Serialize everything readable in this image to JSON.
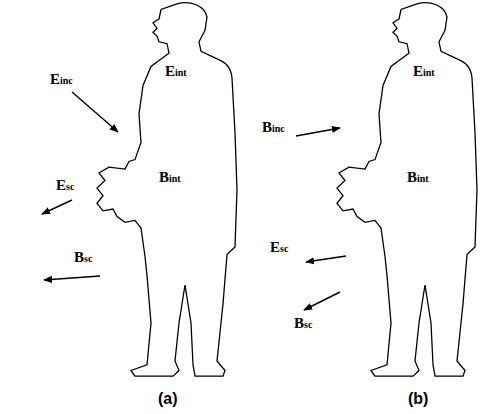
{
  "diagram": {
    "nodes": [
      {
        "text": [
          "Eint",
          "Bint"
        ]
      },
      {
        "text": [
          "Eint",
          "Bint"
        ]
      }
    ],
    "labels": [
      "Einc",
      "Esc",
      "Bsc",
      "(a)",
      "Binc",
      "Esc",
      "Bsc",
      "(b)"
    ]
  }
}
